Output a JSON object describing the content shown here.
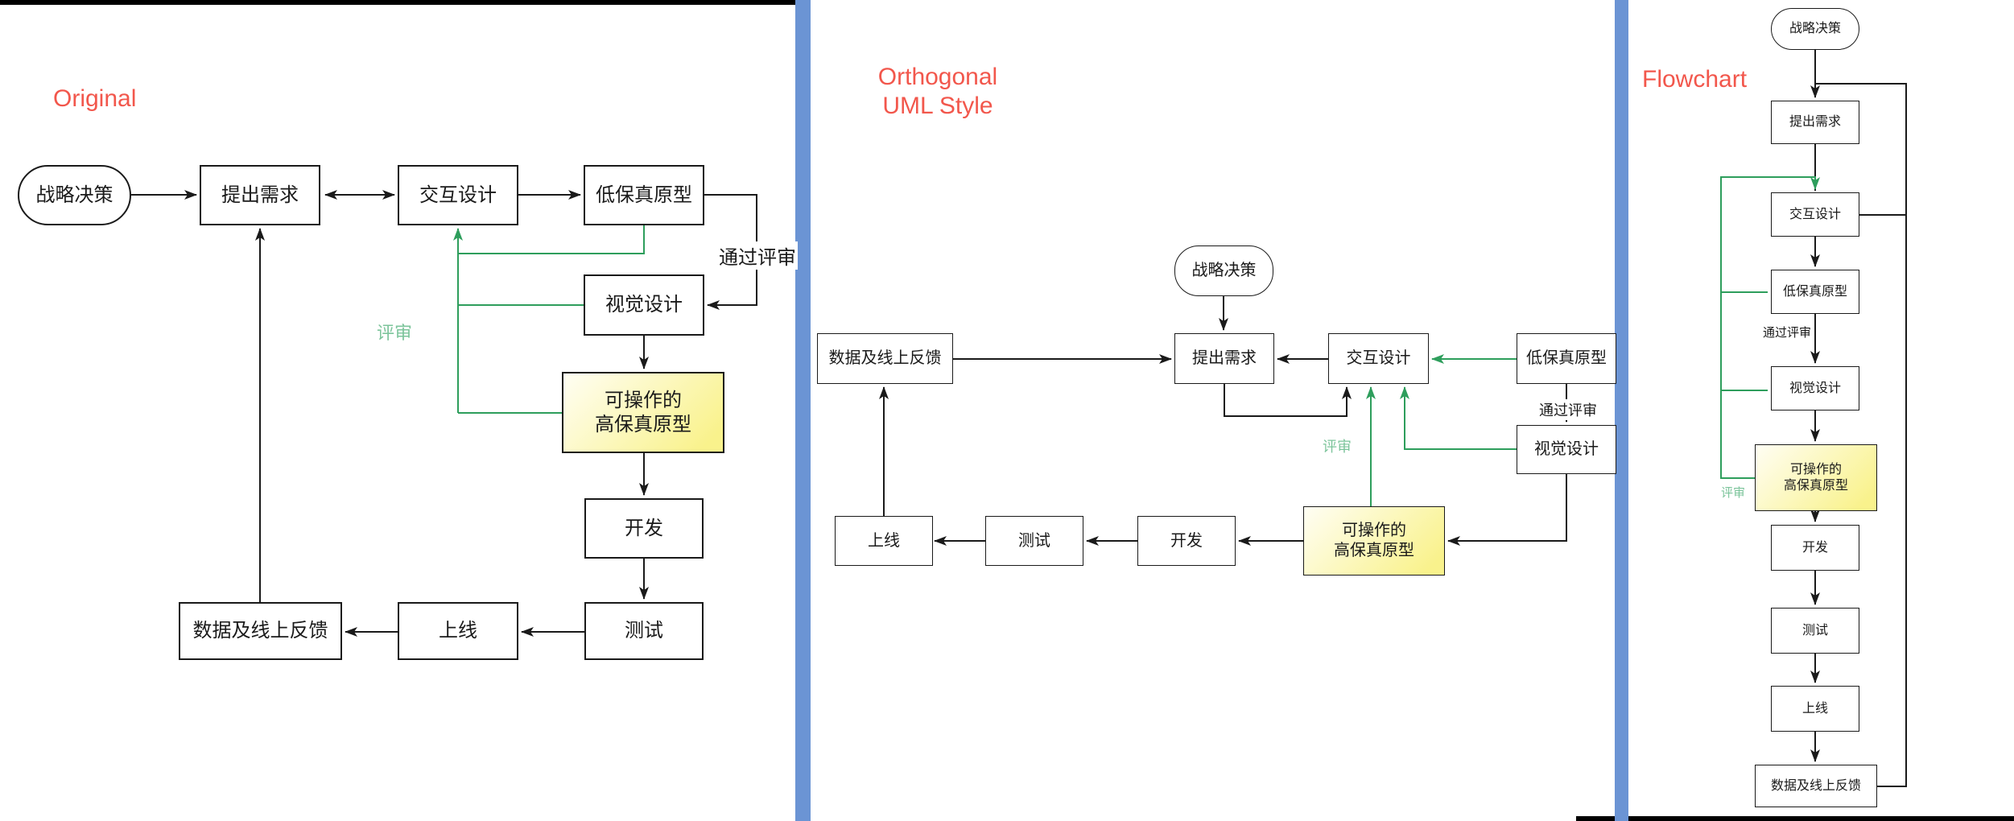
{
  "colors": {
    "accent_red": "#F2574C",
    "divider_blue": "#6B94D4",
    "line_black": "#1A1A1A",
    "line_green": "#2E9E5C",
    "label_green": "#7CC49B",
    "hifi_fill_start": "#FFFEF4",
    "hifi_fill_end": "#F9F28C"
  },
  "panel_original": {
    "title": "Original",
    "nodes": {
      "strategy": "战略决策",
      "requirements": "提出需求",
      "interaction": "交互设计",
      "lowfi": "低保真原型",
      "visual": "视觉设计",
      "hifi_line1": "可操作的",
      "hifi_line2": "高保真原型",
      "develop": "开发",
      "test": "测试",
      "launch": "上线",
      "feedback": "数据及线上反馈"
    },
    "edge_labels": {
      "pass_review": "通过评审",
      "review": "评审"
    }
  },
  "panel_orthogonal": {
    "title_line1": "Orthogonal",
    "title_line2": "UML Style",
    "nodes": {
      "strategy": "战略决策",
      "requirements": "提出需求",
      "interaction": "交互设计",
      "lowfi": "低保真原型",
      "visual": "视觉设计",
      "hifi_line1": "可操作的",
      "hifi_line2": "高保真原型",
      "develop": "开发",
      "test": "测试",
      "launch": "上线",
      "feedback": "数据及线上反馈"
    },
    "edge_labels": {
      "pass_review": "通过评审",
      "review": "评审"
    }
  },
  "panel_flowchart": {
    "title": "Flowchart",
    "nodes": {
      "strategy": "战略决策",
      "requirements": "提出需求",
      "interaction": "交互设计",
      "lowfi": "低保真原型",
      "visual": "视觉设计",
      "hifi_line1": "可操作的",
      "hifi_line2": "高保真原型",
      "develop": "开发",
      "test": "测试",
      "launch": "上线",
      "feedback": "数据及线上反馈"
    },
    "edge_labels": {
      "pass_review": "通过评审",
      "review": "评审"
    }
  }
}
